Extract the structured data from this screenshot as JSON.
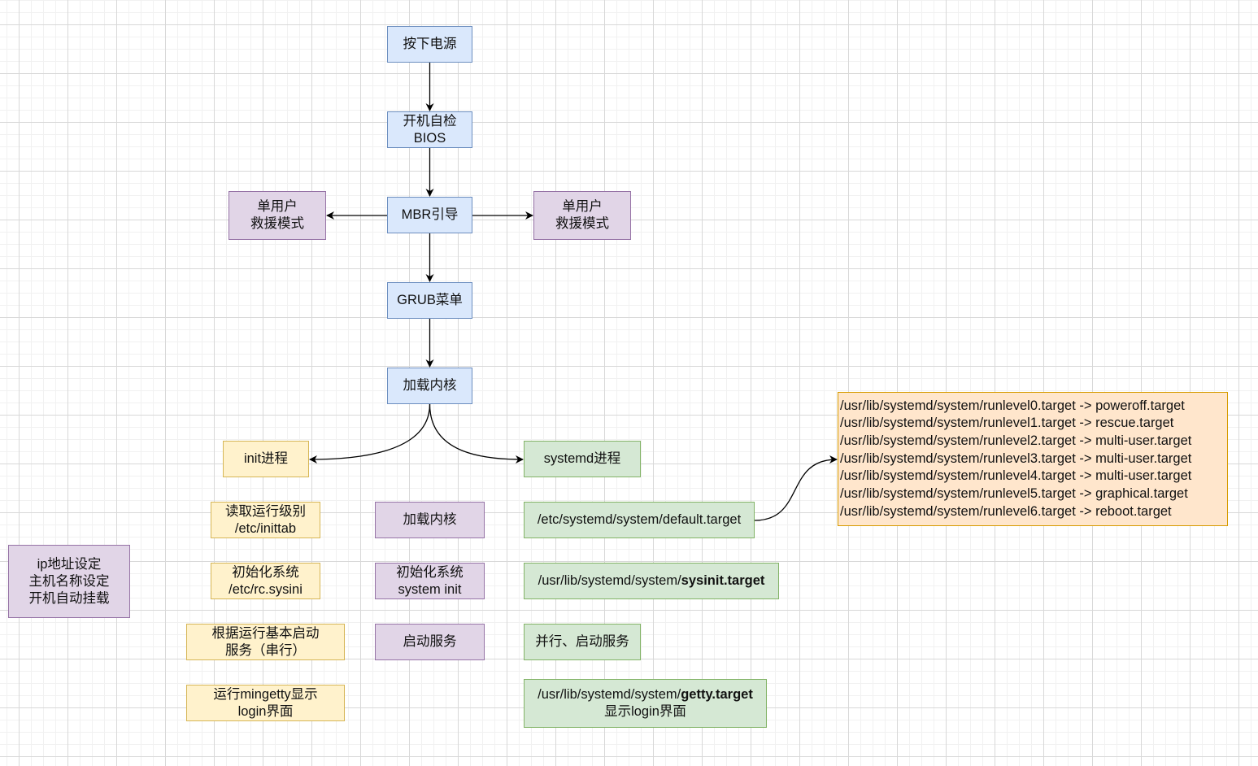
{
  "main_flow": {
    "power": "按下电源",
    "bios": [
      "开机自检",
      "BIOS"
    ],
    "mbr": "MBR引导",
    "rescue_left": [
      "单用户",
      "救援模式"
    ],
    "rescue_right": [
      "单用户",
      "救援模式"
    ],
    "grub": "GRUB菜单",
    "kernel": "加载内核"
  },
  "init_branch": {
    "title": "init进程",
    "steps": [
      [
        "读取运行级别",
        "/etc/inittab"
      ],
      [
        "初始化系统",
        "/etc/rc.sysini"
      ],
      [
        "根据运行基本启动",
        "服务（串行）"
      ],
      [
        "运行mingetty显示",
        "login界面"
      ]
    ]
  },
  "middle": {
    "steps": [
      [
        "加载内核"
      ],
      [
        "初始化系统",
        "system init"
      ],
      [
        "启动服务"
      ]
    ]
  },
  "systemd_branch": {
    "title": "systemd进程",
    "default_target": "/etc/systemd/system/default.target",
    "sysinit_prefix": "/usr/lib/systemd/system/",
    "sysinit_bold": "sysinit.target",
    "parallel": "并行、启动服务",
    "getty_prefix": "/usr/lib/systemd/system/",
    "getty_bold": "getty.target",
    "getty_line2": "显示login界面"
  },
  "ip_box": [
    "ip地址设定",
    "主机名称设定",
    "开机自动挂载"
  ],
  "runlevels": [
    "/usr/lib/systemd/system/runlevel0.target -> poweroff.target",
    "/usr/lib/systemd/system/runlevel1.target -> rescue.target",
    "/usr/lib/systemd/system/runlevel2.target -> multi-user.target",
    "/usr/lib/systemd/system/runlevel3.target -> multi-user.target",
    "/usr/lib/systemd/system/runlevel4.target -> multi-user.target",
    "/usr/lib/systemd/system/runlevel5.target -> graphical.target",
    "/usr/lib/systemd/system/runlevel6.target -> reboot.target"
  ],
  "colors": {
    "blue": "#dae8fc",
    "purple": "#e1d5e7",
    "yellow": "#fff2cc",
    "green": "#d5e8d4",
    "orange": "#ffe6cc"
  }
}
